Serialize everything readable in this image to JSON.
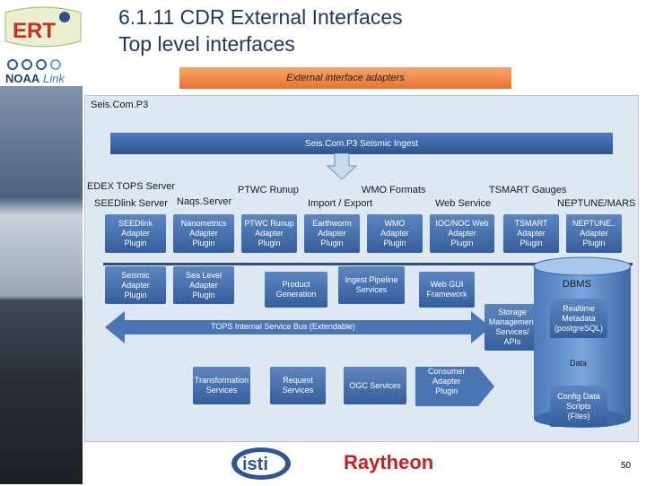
{
  "title": {
    "line1": "6.1.11 CDR External Interfaces",
    "line2": "Top level interfaces"
  },
  "logos": {
    "ert": "ERT",
    "noaa": "NOAA",
    "link": "Link",
    "isti": "isti",
    "raytheon": "Raytheon"
  },
  "header_bar": "External interface adapters",
  "canvas_label": "Seis.Com.P3",
  "seis_ingest": "Seis.Com.P3 Seismic Ingest",
  "upper_labels": {
    "edex": "EDEX TOPS Server",
    "seedlink": "SEEDlink Server",
    "naqs": "Naqs.Server",
    "ptwc": "PTWC Runup",
    "wmo": "WMO Formats",
    "import_export": "Import / Export",
    "tsmart": "TSMART Gauges",
    "webservice": "Web Service",
    "neptune": "NEPTUNE/MARS"
  },
  "plugins": [
    {
      "name": "SEEDlink Adapter Plugin",
      "l1": "SEEDlink",
      "l2": "Adapter",
      "l3": "Plugin"
    },
    {
      "name": "Nanometrics Adapter Plugin",
      "l1": "Nanometrics",
      "l2": "Adapter",
      "l3": "Plugin"
    },
    {
      "name": "PTWC Runup Adapter Plugin",
      "l1": "PTWC Runup",
      "l2": "Adapter",
      "l3": "Plugin"
    },
    {
      "name": "Earthworm Adapter Plugin",
      "l1": "Earthworm",
      "l2": "Adapter",
      "l3": "Plugin"
    },
    {
      "name": "WMO Adapter Plugin",
      "l1": "WMO",
      "l2": "Adapter",
      "l3": "Plugin"
    },
    {
      "name": "IOC/NOC Web Adapter Plugin",
      "l1": "IOC/NOC Web",
      "l2": "Adapter",
      "l3": "Plugin"
    },
    {
      "name": "TSMART Adapter Plugin",
      "l1": "TSMART",
      "l2": "Adapter",
      "l3": "Plugin"
    },
    {
      "name": "NEPTUNE Adapter Plugin",
      "l1": "NEPTUNE..",
      "l2": "Adapter",
      "l3": "Plugin"
    }
  ],
  "row2": {
    "seismic": {
      "l1": "Seismic",
      "l2": "Adapter",
      "l3": "Plugin"
    },
    "sealevel": {
      "l1": "Sea Level",
      "l2": "Adapter",
      "l3": "Plugin"
    },
    "product": {
      "l1": "Product",
      "l2": "Generation"
    },
    "ingest": {
      "l1": "Ingest Pipeline",
      "l2": "Services"
    },
    "webgui": {
      "l1": "Web GUI",
      "l2": "Framework"
    }
  },
  "bus": "TOPS Internal Service Bus (Extendable)",
  "row3": {
    "transform": {
      "l1": "Transformation",
      "l2": "Services"
    },
    "request": {
      "l1": "Request",
      "l2": "Services"
    },
    "ogc": "OGC Services",
    "consumer": {
      "l1": "Consumer",
      "l2": "Adapter",
      "l3": "Plugin"
    }
  },
  "storage": {
    "l1": "Storage",
    "l2": "Management",
    "l3": "Services/",
    "l4": "APIs"
  },
  "dbms": {
    "title": "DBMS",
    "realtime": {
      "l1": "Realtime",
      "l2": "Metadata",
      "l3": "(postgreSQL)"
    },
    "data": "Data",
    "config": {
      "l1": "Config Data",
      "l2": "Scripts",
      "l3": "(Files)"
    }
  },
  "page_number": "50",
  "colors": {
    "title": "#1f3864",
    "box": "#3f6aa9",
    "header": "#ef8a45",
    "canvas": "#dde8f3"
  }
}
